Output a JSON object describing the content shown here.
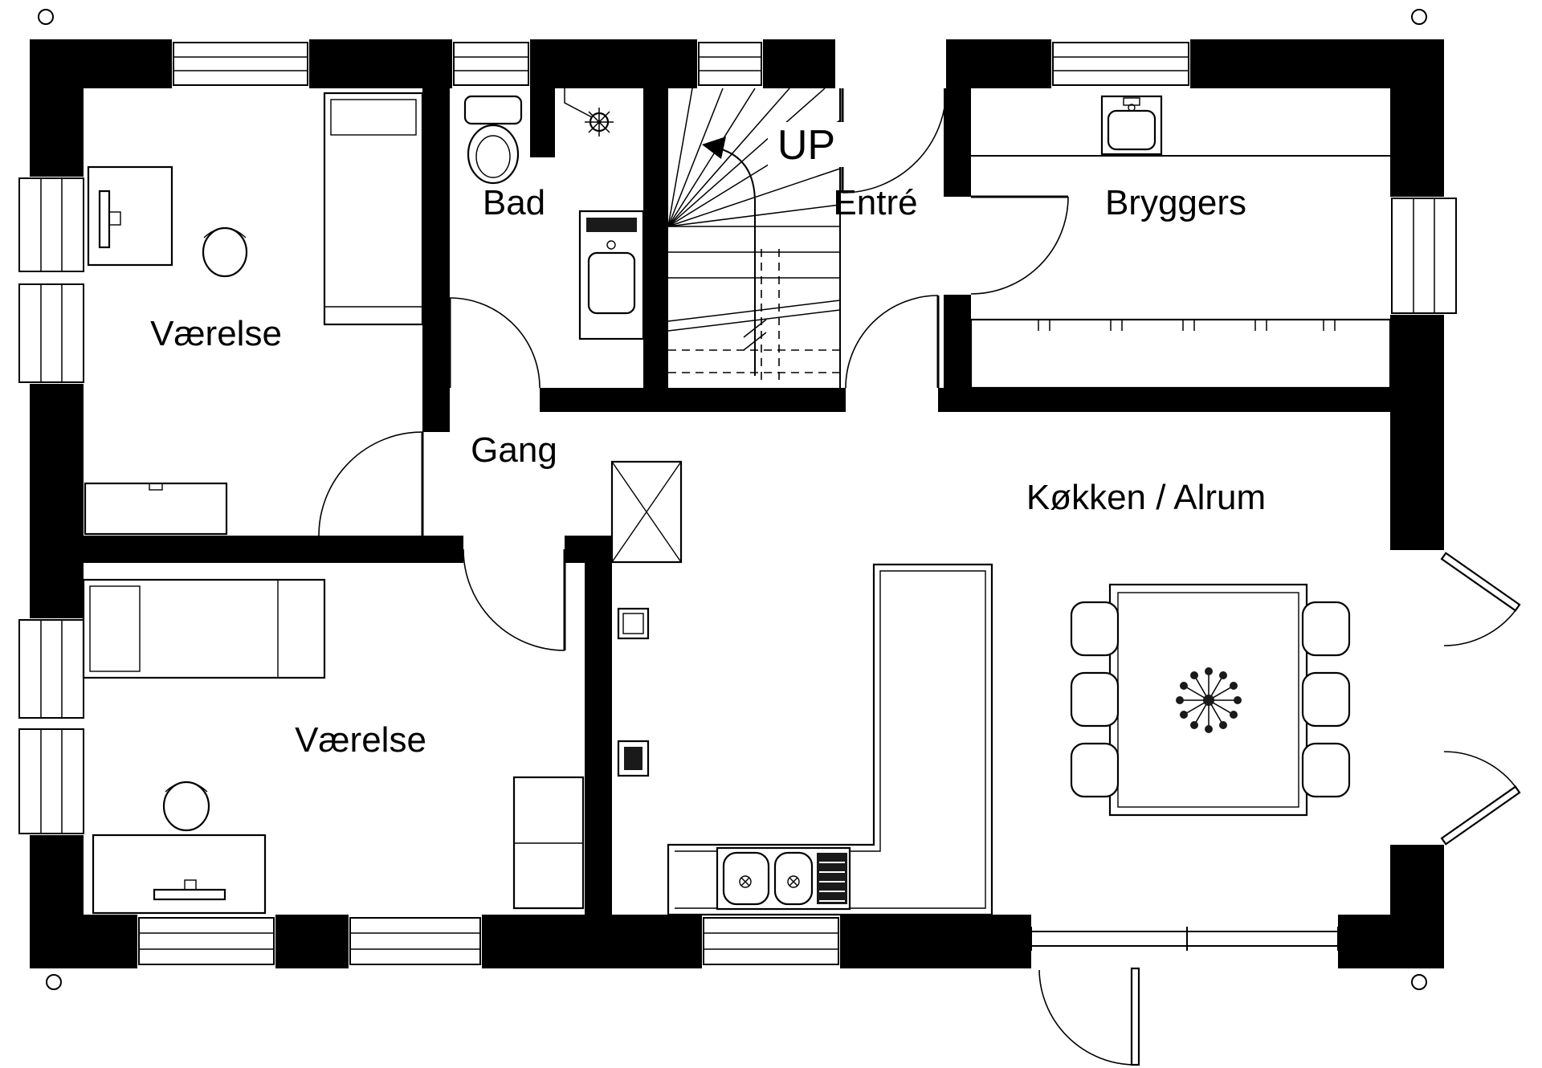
{
  "document": {
    "type": "architectural-floor-plan",
    "style": "black-and-white line drawing"
  },
  "rooms": [
    {
      "id": "vaerelse-top-left",
      "label": "Værelse"
    },
    {
      "id": "bad",
      "label": "Bad"
    },
    {
      "id": "gang",
      "label": "Gang"
    },
    {
      "id": "entre",
      "label": "Entré"
    },
    {
      "id": "bryggers",
      "label": "Bryggers"
    },
    {
      "id": "kokken-alrum",
      "label": "Køkken / Alrum"
    },
    {
      "id": "vaerelse-bottom-left",
      "label": "Værelse"
    }
  ],
  "stairs": {
    "direction_label": "UP"
  },
  "colors": {
    "walls": "#000000",
    "lines": "#000000",
    "background": "#ffffff"
  }
}
